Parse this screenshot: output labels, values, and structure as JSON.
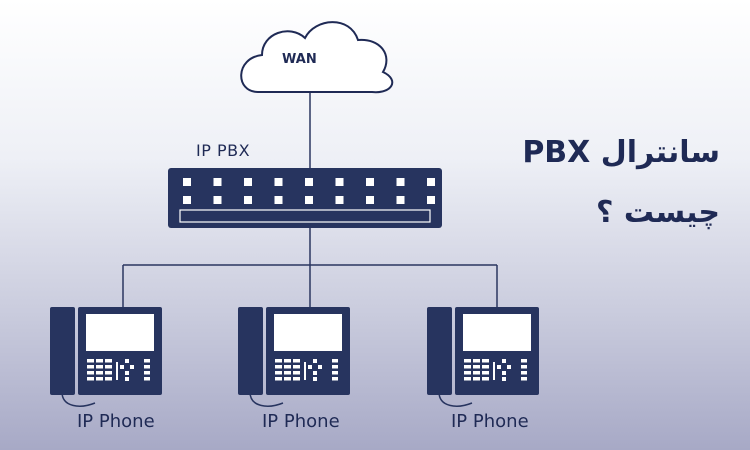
{
  "diagram": {
    "cloud_label": "WAN",
    "pbx_label": "IP PBX",
    "phones": [
      {
        "label": "IP Phone"
      },
      {
        "label": "IP Phone"
      },
      {
        "label": "IP Phone"
      }
    ]
  },
  "title": {
    "line1": "سانترال PBX",
    "line2": "چیست ؟"
  },
  "colors": {
    "device_navy": "#27345f",
    "line": "#2b3660",
    "screen": "#ffffff"
  }
}
